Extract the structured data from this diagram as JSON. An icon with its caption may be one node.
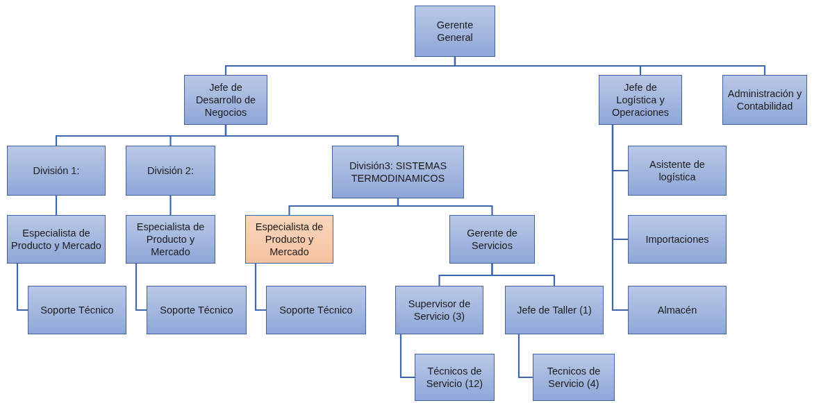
{
  "diagram": {
    "nodes": [
      {
        "text": [
          "Gerente General"
        ]
      },
      {
        "text": [
          "Jefe de Desarrollo de Negocios"
        ]
      },
      {
        "text": [
          "Jefe de Logística y Operaciones"
        ]
      },
      {
        "text": [
          "Administración y Contabilidad"
        ]
      },
      {
        "text": [
          "División 1:"
        ]
      },
      {
        "text": [
          "División 2:"
        ]
      },
      {
        "text": [
          "División3: SISTEMAS TERMODINAMICOS"
        ]
      },
      {
        "text": [
          "Asistente de logística"
        ]
      },
      {
        "text": [
          "Especialista de Producto y Mercado"
        ]
      },
      {
        "text": [
          "Especialista de Producto y Mercado"
        ]
      },
      {
        "text": [
          "Especialista de Producto y Mercado"
        ]
      },
      {
        "text": [
          "Gerente de Servicios"
        ]
      },
      {
        "text": [
          "Importaciones"
        ]
      },
      {
        "text": [
          "Soporte Técnico"
        ]
      },
      {
        "text": [
          "Soporte Técnico"
        ]
      },
      {
        "text": [
          "Soporte Técnico"
        ]
      },
      {
        "text": [
          "Supervisor de Servicio (3)"
        ]
      },
      {
        "text": [
          "Jefe de Taller (1)"
        ]
      },
      {
        "text": [
          "Almacén"
        ]
      },
      {
        "text": [
          "Técnicos de Servicio (12)"
        ]
      },
      {
        "text": [
          "Tecnicos de Servicio (4)"
        ]
      }
    ],
    "edges": [
      {
        "from": 0,
        "to": 1,
        "arrow": "none"
      },
      {
        "from": 0,
        "to": 2,
        "arrow": "none"
      },
      {
        "from": 0,
        "to": 3,
        "arrow": "none"
      },
      {
        "from": 1,
        "to": 4,
        "arrow": "none"
      },
      {
        "from": 1,
        "to": 5,
        "arrow": "none"
      },
      {
        "from": 1,
        "to": 6,
        "arrow": "none"
      },
      {
        "from": 2,
        "to": 7,
        "arrow": "none"
      },
      {
        "from": 2,
        "to": 12,
        "arrow": "none"
      },
      {
        "from": 2,
        "to": 18,
        "arrow": "none"
      },
      {
        "from": 4,
        "to": 8,
        "arrow": "none"
      },
      {
        "from": 5,
        "to": 9,
        "arrow": "none"
      },
      {
        "from": 6,
        "to": 10,
        "arrow": "none"
      },
      {
        "from": 6,
        "to": 11,
        "arrow": "none"
      },
      {
        "from": 8,
        "to": 13,
        "arrow": "none"
      },
      {
        "from": 9,
        "to": 14,
        "arrow": "none"
      },
      {
        "from": 10,
        "to": 15,
        "arrow": "none"
      },
      {
        "from": 11,
        "to": 16,
        "arrow": "none"
      },
      {
        "from": 11,
        "to": 17,
        "arrow": "none"
      },
      {
        "from": 16,
        "to": 19,
        "arrow": "none"
      },
      {
        "from": 17,
        "to": 20,
        "arrow": "none"
      }
    ]
  }
}
